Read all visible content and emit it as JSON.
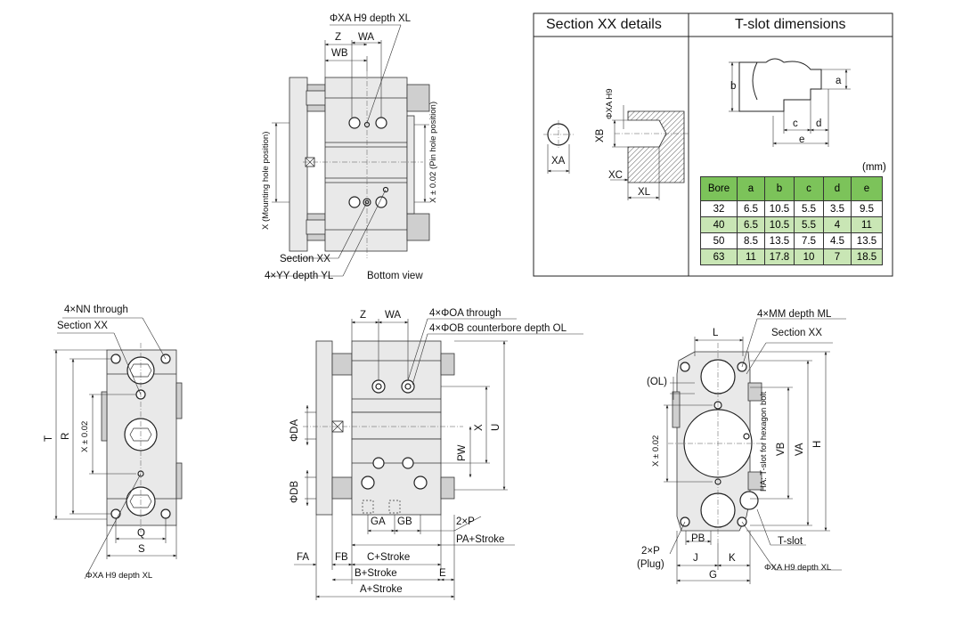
{
  "bottom_view": {
    "title": "Bottom view",
    "labels": {
      "xa_depth": "ΦXA H9 depth XL",
      "z": "Z",
      "wa": "WA",
      "wb": "WB",
      "x_mount": "X (Mounting hole position)",
      "x_pin": "X ± 0.02 (Pin hole position)",
      "section_xx": "Section XX",
      "yy_depth": "4×YY depth YL"
    }
  },
  "section_panel": {
    "title": "Section XX details",
    "labels": {
      "xa": "XA",
      "xb": "XB",
      "xa_h9": "ΦXA H9",
      "xc": "XC",
      "xl": "XL"
    }
  },
  "tslot_panel": {
    "title": "T-slot dimensions",
    "labels": {
      "a": "a",
      "b": "b",
      "c": "c",
      "d": "d",
      "e": "e"
    },
    "unit": "(mm)",
    "headers": [
      "Bore",
      "a",
      "b",
      "c",
      "d",
      "e"
    ],
    "rows": [
      [
        "32",
        "6.5",
        "10.5",
        "5.5",
        "3.5",
        "9.5"
      ],
      [
        "40",
        "6.5",
        "10.5",
        "5.5",
        "4",
        "11"
      ],
      [
        "50",
        "8.5",
        "13.5",
        "7.5",
        "4.5",
        "13.5"
      ],
      [
        "63",
        "11",
        "17.8",
        "10",
        "7",
        "18.5"
      ]
    ],
    "colors": {
      "header": "#7cc35a",
      "alt_row": "#c9e6b5",
      "row": "#ffffff"
    }
  },
  "left_view": {
    "labels": {
      "nn_through": "4×NN through",
      "section_xx": "Section XX",
      "t": "T",
      "r": "R",
      "x002": "X ± 0.02",
      "q": "Q",
      "s": "S",
      "xa_depth": "ΦXA H9 depth XL"
    }
  },
  "center_view": {
    "labels": {
      "z": "Z",
      "wa": "WA",
      "oa_through": "4×ΦOA through",
      "ob_cbore": "4×ΦOB counterbore depth OL",
      "da": "ΦDA",
      "db": "ΦDB",
      "x": "X",
      "u": "U",
      "pw": "PW",
      "ga": "GA",
      "gb": "GB",
      "p2": "2×P",
      "pa_stroke": "PA+Stroke",
      "fa": "FA",
      "fb": "FB",
      "c_stroke": "C+Stroke",
      "b_stroke": "B+Stroke",
      "e": "E",
      "a_stroke": "A+Stroke"
    }
  },
  "right_view": {
    "labels": {
      "mm_depth": "4×MM depth ML",
      "section_xx": "Section XX",
      "l": "L",
      "ol": "(OL)",
      "x002": "X ± 0.02",
      "ha": "HA: T-slot for hexagon bolt",
      "vb": "VB",
      "va": "VA",
      "h": "H",
      "p2": "2×P",
      "plug": "(Plug)",
      "pb": "PB",
      "tslot": "T-slot",
      "j": "J",
      "k": "K",
      "g": "G",
      "xa_depth": "ΦXA H9 depth XL"
    }
  }
}
